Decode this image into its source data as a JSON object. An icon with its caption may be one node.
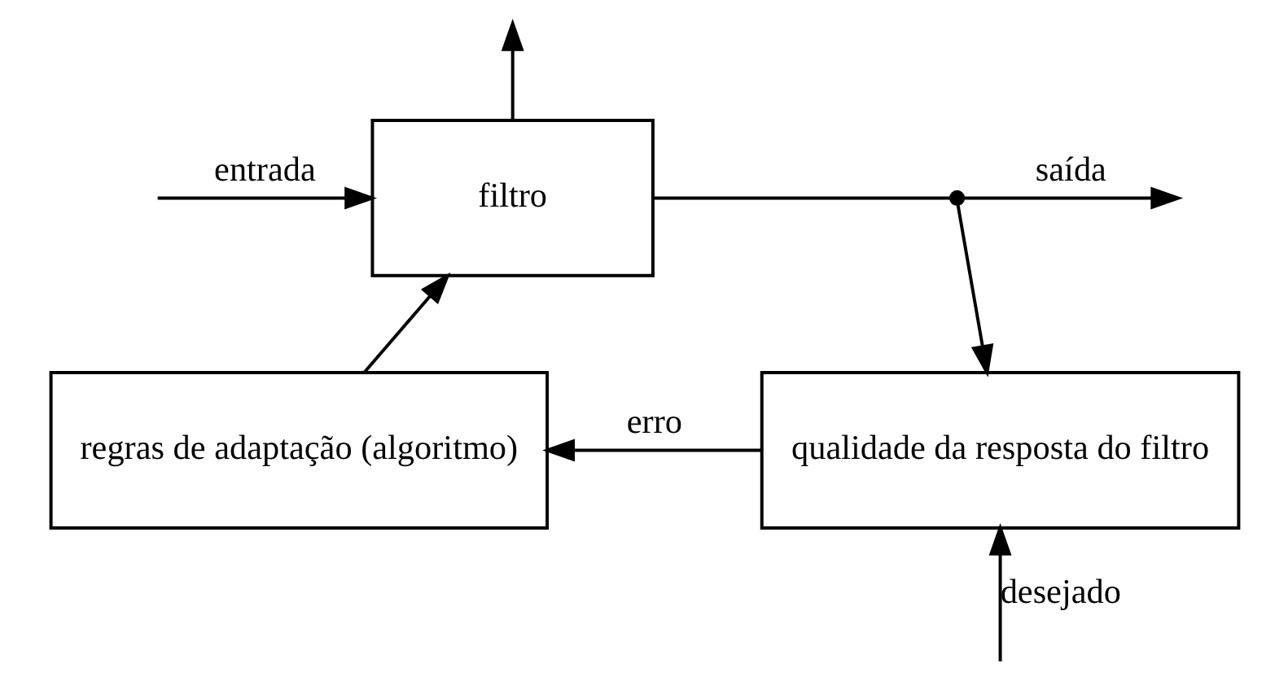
{
  "diagram": {
    "nodes": [
      {
        "text": [
          "filtro"
        ]
      },
      {
        "text": [
          "regras de adaptação (algoritmo)"
        ]
      },
      {
        "text": [
          "qualidade da resposta do filtro"
        ]
      },
      {
        "text": [],
        "shape": "circle"
      }
    ],
    "edges": [
      {
        "from": null,
        "to": 0,
        "arrow": "to",
        "label": "entrada"
      },
      {
        "from": 0,
        "to": null,
        "arrow": "to"
      },
      {
        "from": 0,
        "to": 3,
        "arrow": "none"
      },
      {
        "from": 3,
        "to": null,
        "arrow": "to",
        "label": "saída"
      },
      {
        "from": 3,
        "to": 2,
        "arrow": "to"
      },
      {
        "from": 2,
        "to": 1,
        "arrow": "to",
        "label": "erro"
      },
      {
        "from": 1,
        "to": 0,
        "arrow": "to"
      },
      {
        "from": null,
        "to": 2,
        "arrow": "to",
        "label": "desejado"
      }
    ]
  }
}
